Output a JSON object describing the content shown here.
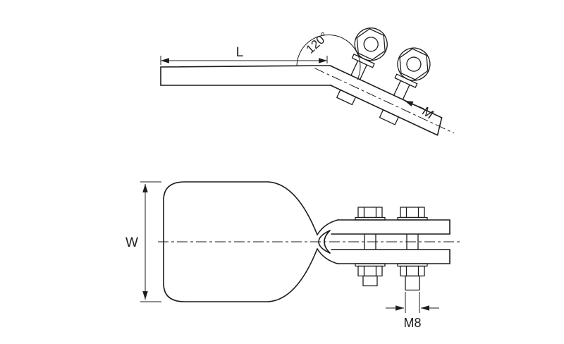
{
  "drawing": {
    "type": "technical-drawing",
    "labels": {
      "length": "L",
      "angle": "120°",
      "bolt_thread_top": "M",
      "width": "W",
      "bolt_thread_bottom": "M8"
    },
    "colors": {
      "line": "#1c1c1c",
      "background": "#ffffff"
    }
  }
}
